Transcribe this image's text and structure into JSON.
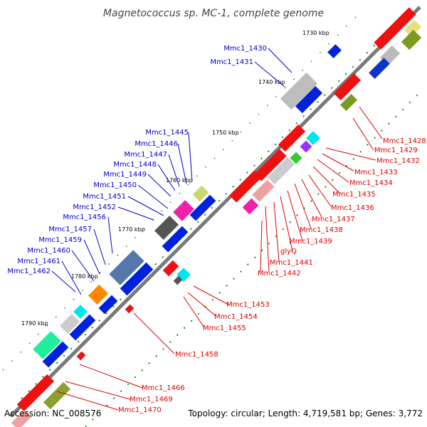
{
  "title": "Magnetococcus sp. MC-1, complete genome",
  "footer": {
    "accession": "Accession: NC_008576",
    "summary": "Topology: circular; Length: 4,719,581 bp; Genes: 3,772"
  },
  "colors": {
    "forward_label": "#0000cc",
    "reverse_label": "#dd0000",
    "backbone": "#777777",
    "tick": "#1a8a1a"
  },
  "kbp_markers": [
    "1730 kbp",
    "1740 kbp",
    "1750 kbp",
    "1760 kbp",
    "1770 kbp",
    "1780 kbp",
    "1790 kbp"
  ],
  "forward_genes": [
    "Mmc1_1430",
    "Mmc1_1431",
    "Mmc1_1445",
    "Mmc1_1446",
    "Mmc1_1447",
    "Mmc1_1448",
    "Mmc1_1449",
    "Mmc1_1450",
    "Mmc1_1451",
    "Mmc1_1452",
    "Mmc1_1456",
    "Mmc1_1457",
    "Mmc1_1459",
    "Mmc1_1460",
    "Mmc1_1461",
    "Mmc1_1462"
  ],
  "reverse_genes": [
    "Mmc1_1428",
    "Mmc1_1429",
    "Mmc1_1432",
    "Mmc1_1433",
    "Mmc1_1434",
    "Mmc1_1435",
    "Mmc1_1436",
    "Mmc1_1437",
    "Mmc1_1438",
    "Mmc1_1439",
    "glyQ",
    "Mmc1_1441",
    "Mmc1_1442",
    "Mmc1_1453",
    "Mmc1_1454",
    "Mmc1_1455",
    "Mmc1_1458",
    "Mmc1_1466",
    "Mmc1_1469",
    "Mmc1_1470"
  ]
}
